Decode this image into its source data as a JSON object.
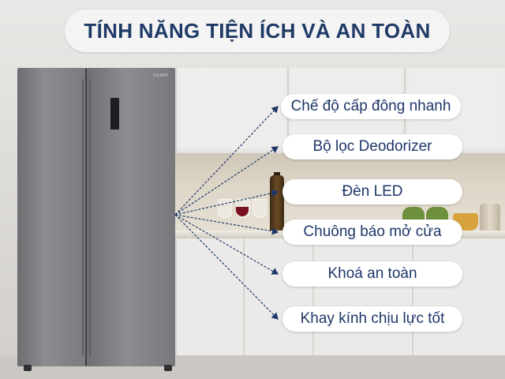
{
  "title": "TÍNH NĂNG TIỆN ÍCH VÀ AN TOÀN",
  "brand": "SHARP",
  "features": [
    "Chế độ cấp đông nhanh",
    "Bộ lọc Deodorizer",
    "Đèn LED",
    "Chuông báo mở cửa",
    "Khoá an toàn",
    "Khay kính chịu lực tốt"
  ],
  "colors": {
    "title_text": "#1f3a66",
    "pill_text": "#1e3769",
    "pill_bg": "#ffffff",
    "connector": "#1e3769"
  },
  "icons": [
    "arrow-icon"
  ]
}
